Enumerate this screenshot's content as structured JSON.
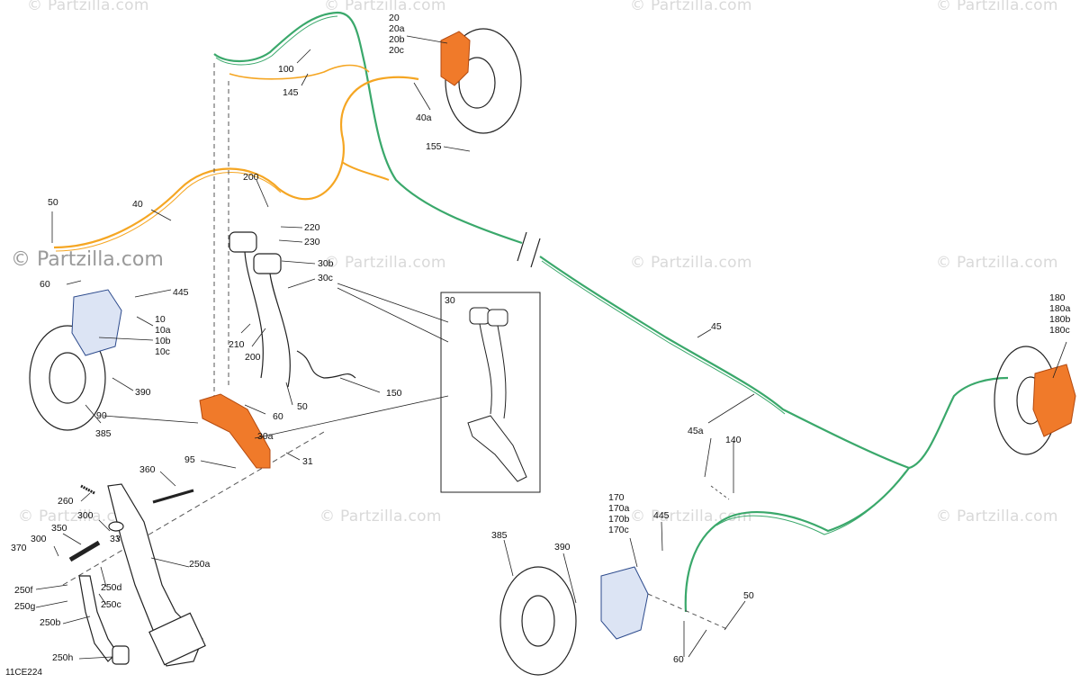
{
  "watermarks": {
    "text": "© Partzilla.com",
    "big_text": "© Partzilla.com"
  },
  "diagram_code": "11CE224",
  "labels": {
    "l20_group": [
      "20",
      "20a",
      "20b",
      "20c"
    ],
    "l100": "100",
    "l145": "145",
    "l40a_top": "40a",
    "l155": "155",
    "l50_left": "50",
    "l40": "40",
    "l200_top": "200",
    "l220": "220",
    "l230": "230",
    "l60_left": "60",
    "l445_left": "445",
    "l10_group": [
      "10",
      "10a",
      "10b",
      "10c"
    ],
    "l30b": "30b",
    "l30c": "30c",
    "l30_box": "30",
    "l210": "210",
    "l200_mid": "200",
    "l390_left": "390",
    "l385_left": "385",
    "l150": "150",
    "l90": "90",
    "l60_mid": "60",
    "l50_mid": "50",
    "l30a": "30a",
    "l95": "95",
    "l31": "31",
    "l360": "360",
    "l260": "260",
    "l300_a": "300",
    "l350": "350",
    "l33": "33",
    "l300_b": "300",
    "l370": "370",
    "l250a": "250a",
    "l250f": "250f",
    "l250d": "250d",
    "l250g": "250g",
    "l250c": "250c",
    "l250b": "250b",
    "l250h": "250h",
    "l45": "45",
    "l180_group": [
      "180",
      "180a",
      "180b",
      "180c"
    ],
    "l45a": "45a",
    "l140": "140",
    "l170_group": [
      "170",
      "170a",
      "170b",
      "170c"
    ],
    "l445_right": "445",
    "l385_right": "385",
    "l390_right": "390",
    "l50_right": "50",
    "l60_right": "60"
  },
  "colors": {
    "orange_line": "#f5a623",
    "green_line": "#3aa86b",
    "orange_part": "#f07a2a",
    "blue_part": "#3d5da8",
    "ink": "#222222"
  }
}
